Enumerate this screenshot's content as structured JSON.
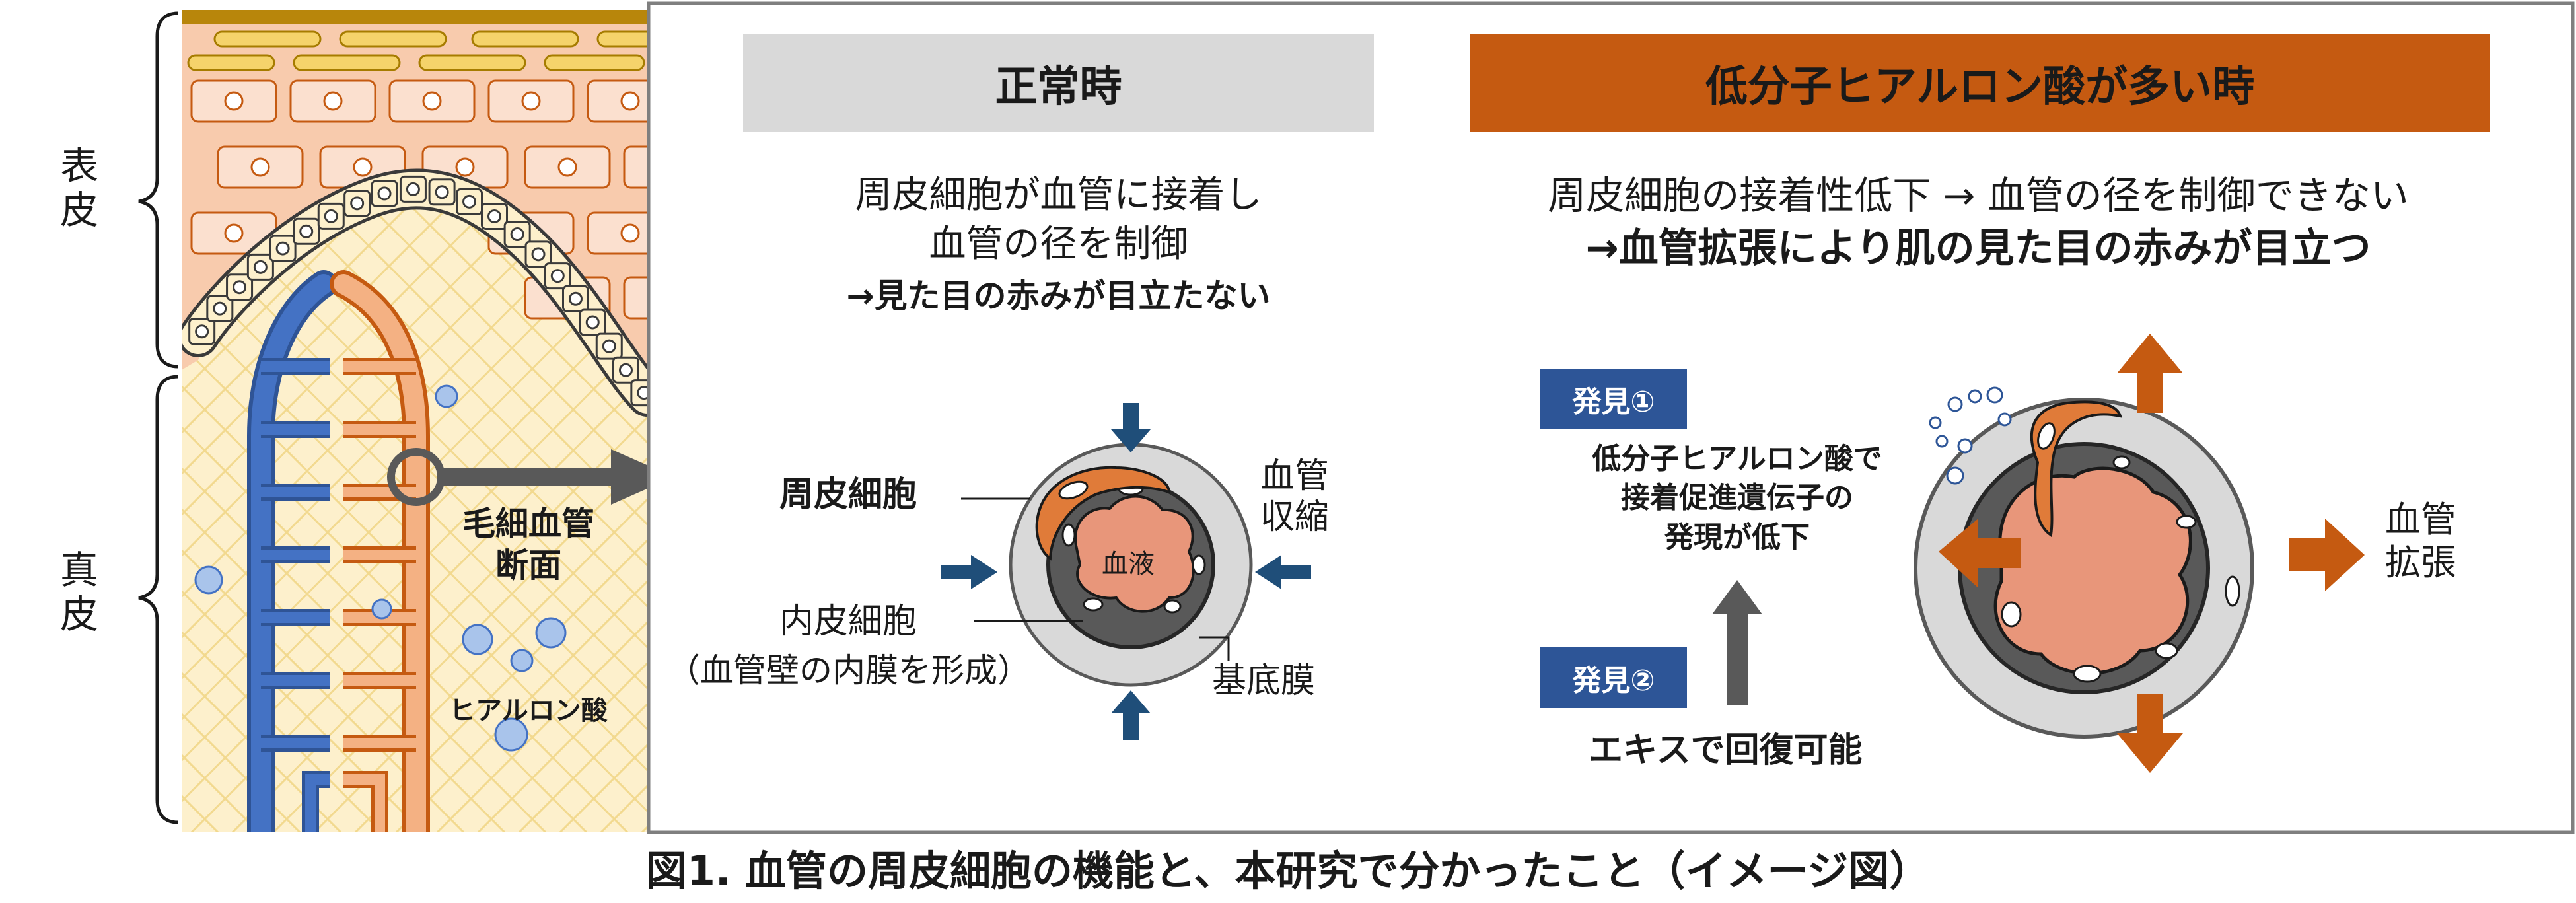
{
  "left": {
    "epidermis_label": "表\n皮",
    "dermis_label": "真\n皮",
    "capillary_section_label": "毛細血管\n断面",
    "hyaluronic_label": "ヒアルロン酸"
  },
  "normal": {
    "title": "正常時",
    "description_line1": "周皮細胞が血管に接着し",
    "description_line2": "血管の径を制御",
    "description_line3": "→見た目の赤みが目立たない",
    "pericyte_label": "周皮細胞",
    "blood_label": "血液",
    "endothelial_label": "内皮細胞",
    "endothelial_note": "（血管壁の内膜を形成）",
    "constriction_label": "血管\n収縮",
    "basement_label": "基底膜"
  },
  "high": {
    "title": "低分子ヒアルロン酸が多い時",
    "description_line1": "周皮細胞の接着性低下 → 血管の径を制御できない",
    "description_line2": "→血管拡張により肌の見た目の赤みが目立つ",
    "finding1_badge": "発見①",
    "finding1_text": "低分子ヒアルロン酸で\n接着促進遺伝子の\n発現が低下",
    "finding2_badge": "発見②",
    "finding2_text": "エキスで回復可能",
    "dilation_label": "血管\n拡張"
  },
  "caption": "図1.  血管の周皮細胞の機能と、本研究で分かったこと（イメージ図）",
  "colors": {
    "normal_header_bg": "#d9d9d9",
    "high_header_bg": "#c55a11",
    "arrow_orange": "#c55a11",
    "arrow_blue": "#1f4e79",
    "badge_blue": "#2d5597",
    "artery_blue": "#4472c4",
    "vein_orange": "#f4b183",
    "epidermis": "#f8cbad",
    "dermis": "#fdf0cc",
    "blood": "#e8967a",
    "pericyte": "#e07b39"
  }
}
